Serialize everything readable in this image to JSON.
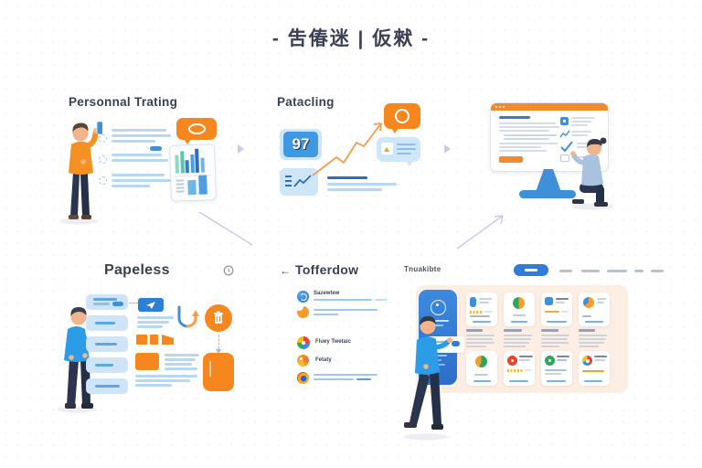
{
  "page": {
    "title": "-  吿偆迷 | 仮猌  -"
  },
  "panels": {
    "personal_training": {
      "title": "Personnal Trating"
    },
    "patacling": {
      "title": "Patacling",
      "stat_value": "97"
    },
    "monitor_review": {
      "description": "monitor with checklist and crouching person"
    },
    "papeless": {
      "title": "Papeless"
    },
    "tofferdow": {
      "back_arrow": "←",
      "title": "Tofferdow",
      "items": [
        {
          "label": "Sazewtew",
          "icon": "blue-globe-browser-icon"
        },
        {
          "label": "",
          "icon": "orange-crescent-icon"
        },
        {
          "label": "Fluey Twetaic",
          "icon": "pinwheel-browser-icon"
        },
        {
          "label": "Fetaty",
          "icon": "orange-flame-icon"
        },
        {
          "label": "",
          "icon": "swirl-browser-icon"
        }
      ]
    },
    "dashboard": {
      "brand": "Tnuakibte"
    }
  },
  "colors": {
    "accent_orange": "#f6871f",
    "accent_blue": "#2e86d9",
    "light_blue": "#cfe6f8",
    "navy_text": "#3a4156",
    "peach_bg": "#fceee2"
  }
}
